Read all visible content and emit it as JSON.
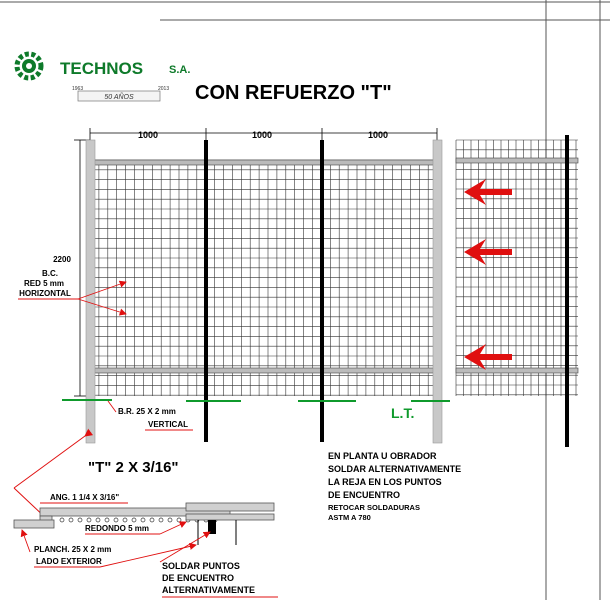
{
  "brand": {
    "name": "TECHNOS",
    "suffix": "S.A.",
    "year_start": "1963",
    "anniversary": "50 AÑOS",
    "year_end": "2013",
    "color": "#0e7a2a"
  },
  "title": "CON REFUERZO \"T\"",
  "dimensions": {
    "spans": [
      "1000",
      "1000",
      "1000"
    ],
    "height": "2200"
  },
  "labels": {
    "bc": "B.C.",
    "red": "RED 5 mm",
    "horizontal": "HORIZONTAL",
    "br": "B.R. 25 X 2 mm",
    "vertical": "VERTICAL",
    "lt": "L.T.",
    "t_profile": "\"T\" 2 X 3/16\"",
    "ang": "ANG. 1 1/4 X 3/16\"",
    "redondo": "REDONDO 5 mm",
    "planch": "PLANCH. 25 X 2 mm",
    "lado": "LADO EXTERIOR",
    "soldar_1": "SOLDAR PUNTOS",
    "soldar_2": "DE ENCUENTRO",
    "soldar_3": "ALTERNATIVAMENTE"
  },
  "notes": {
    "line1": "EN PLANTA U OBRADOR",
    "line2": "SOLDAR ALTERNATIVAMENTE",
    "line3": "LA REJA EN LOS PUNTOS",
    "line4": "DE ENCUENTRO",
    "line5": "RETOCAR SOLDADURAS",
    "line6": "ASTM A 780"
  },
  "colors": {
    "red": "#e01010",
    "green": "#0f9a2c",
    "post": "#c8c8c8"
  }
}
